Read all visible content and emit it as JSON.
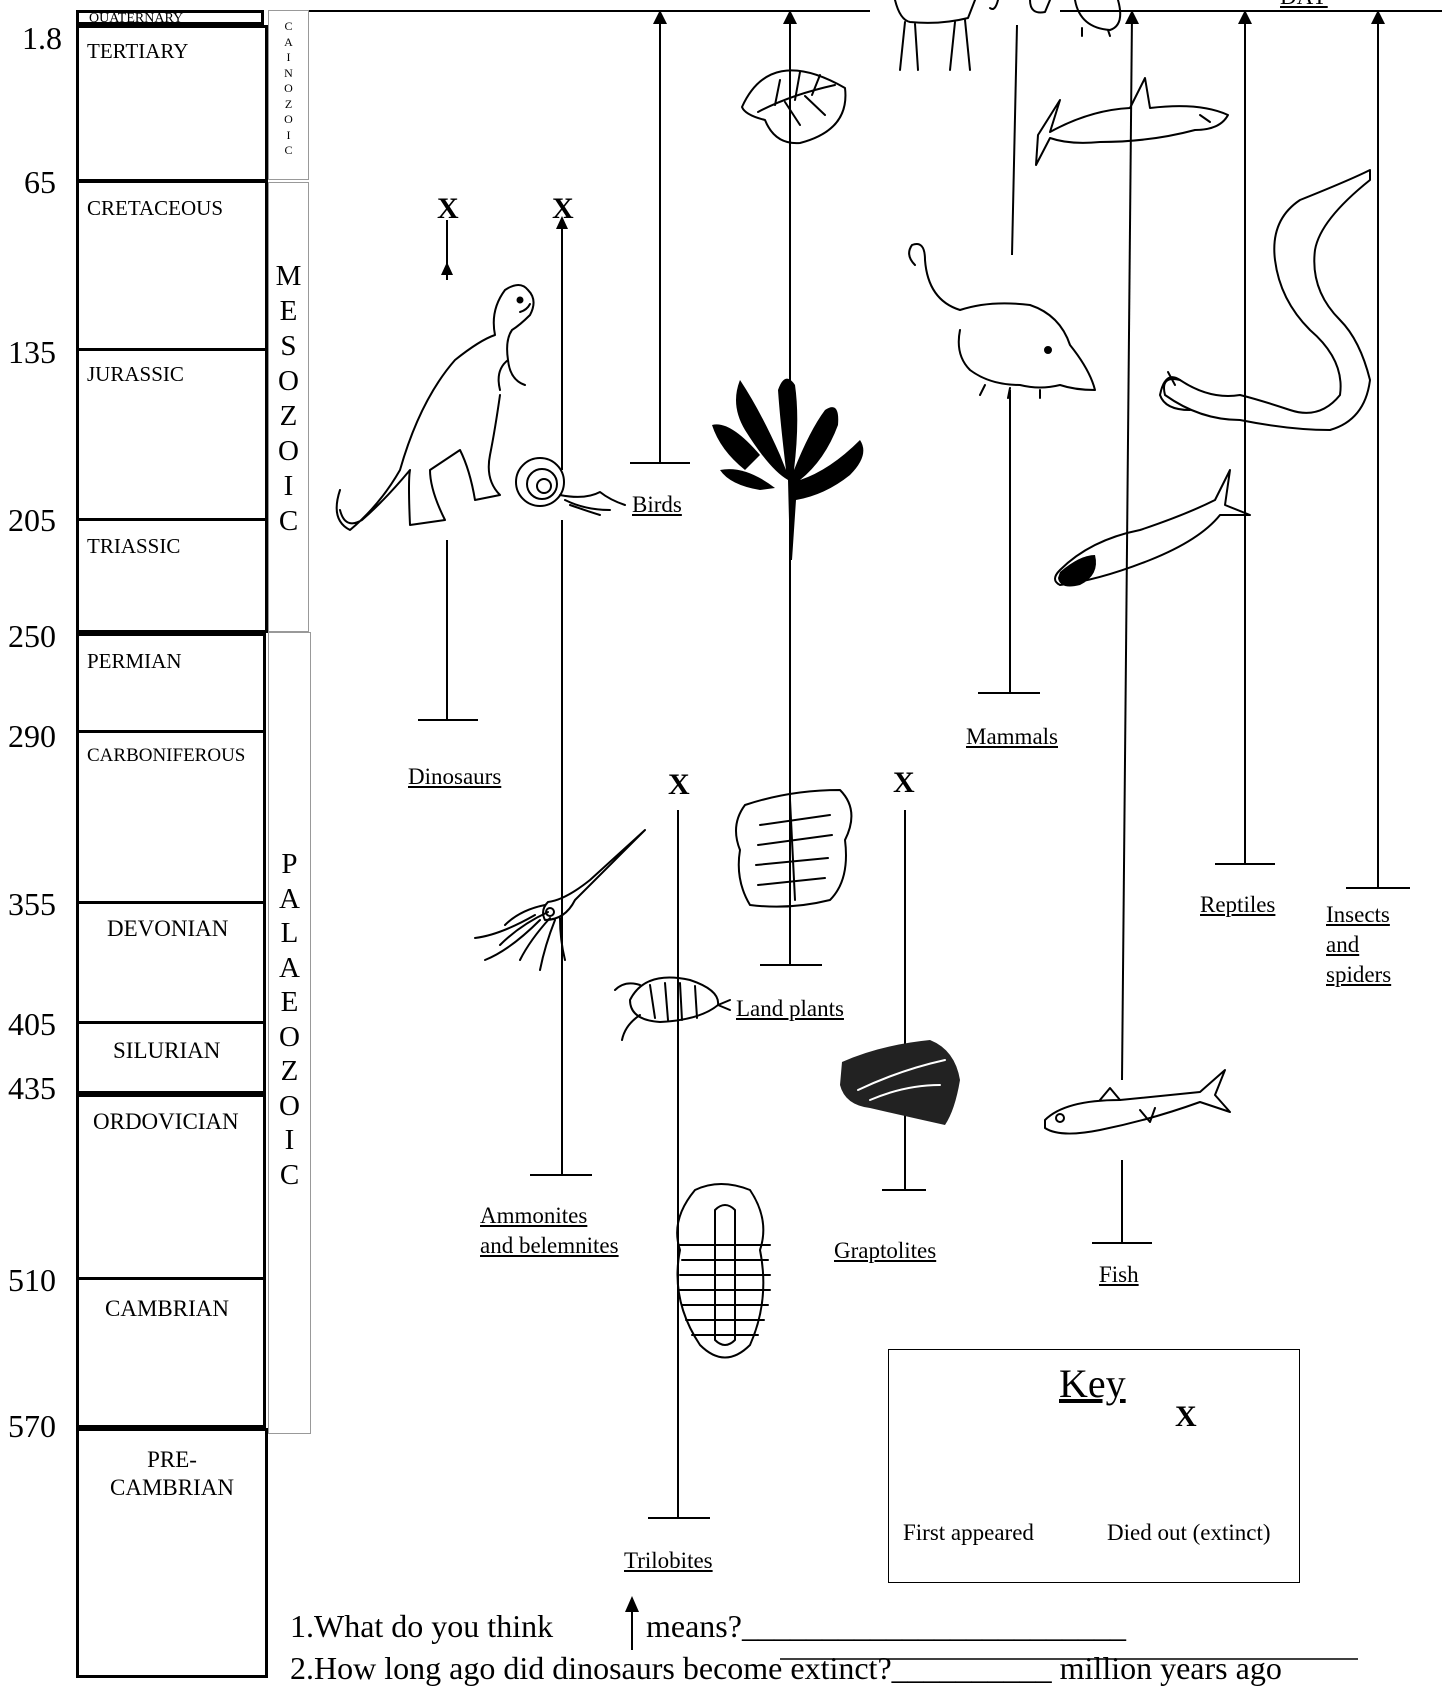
{
  "timescale": {
    "ages": [
      "1.8",
      "65",
      "135",
      "205",
      "250",
      "290",
      "355",
      "405",
      "435",
      "510",
      "570"
    ],
    "periods": [
      "QUATERNARY",
      "TERTIARY",
      "CRETACEOUS",
      "JURASSIC",
      "TRIASSIC",
      "PERMIAN",
      "CARBONIFEROUS",
      "DEVONIAN",
      "SILURIAN",
      "ORDOVICIAN",
      "CAMBRIAN",
      "PRE-",
      "CAMBRIAN"
    ],
    "eras": {
      "cainozoic": [
        "C",
        "A",
        "I",
        "N",
        "O",
        "Z",
        "O",
        "I",
        "C"
      ],
      "mesozoic": [
        "M",
        "E",
        "S",
        "O",
        "Z",
        "O",
        "I",
        "C"
      ],
      "palaeozoic": [
        "P",
        "A",
        "L",
        "A",
        "E",
        "O",
        "Z",
        "O",
        "I",
        "C"
      ]
    }
  },
  "today_label": "DAY",
  "groups": {
    "dinosaurs": "Dinosaurs",
    "ammonites_1": "Ammonites",
    "ammonites_2": "and belemnites",
    "birds": "Birds",
    "trilobites": "Trilobites",
    "land_plants": "Land plants",
    "graptolites": "Graptolites",
    "mammals": "Mammals",
    "fish": "Fish",
    "reptiles": "Reptiles",
    "insects_1": "Insects",
    "insects_2": "and",
    "insects_3": "spiders"
  },
  "extinct_mark": "X",
  "key": {
    "title": "Key",
    "first_appeared": "First appeared",
    "died_out": "Died out (extinct)",
    "x_symbol": "X"
  },
  "questions": {
    "q1_before": "1.What do you think",
    "q1_after": "means?________________________",
    "q2": "2.How long ago did dinosaurs become extinct?__________ million years ago"
  }
}
